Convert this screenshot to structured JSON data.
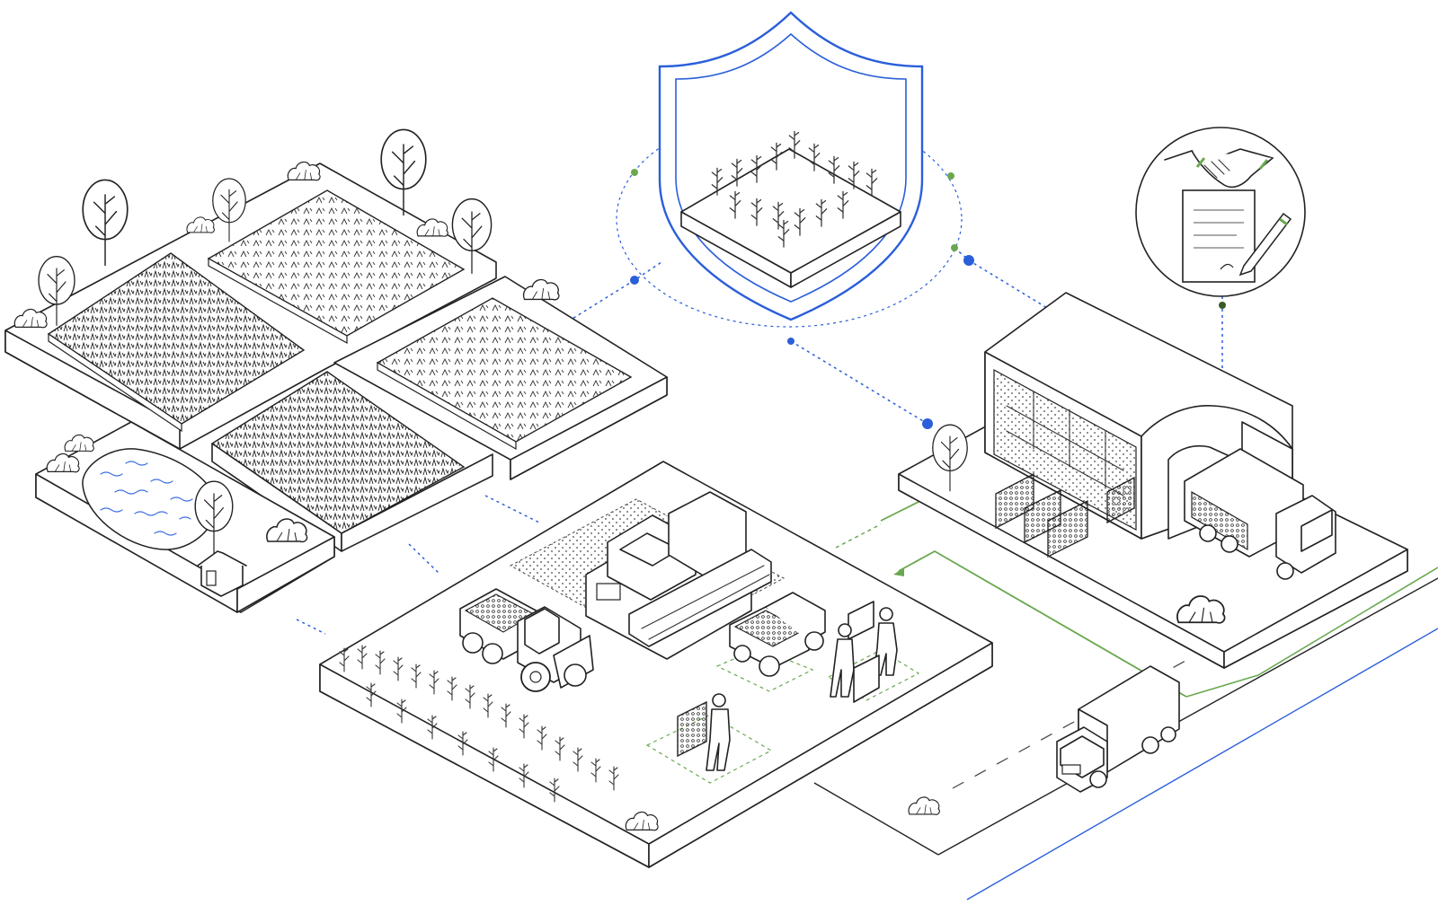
{
  "scene": {
    "title": "",
    "colors": {
      "ink": "#222222",
      "protection_blue": "#2b5fd9",
      "flow_green": "#6aa84f",
      "water_blue": "#3d6fe0",
      "paper": "#ffffff"
    },
    "nodes": [
      {
        "id": "crop-fields",
        "icon": "crop-field-plots-icon"
      },
      {
        "id": "irrigation-pond",
        "icon": "pond-icon"
      },
      {
        "id": "crop-protection",
        "icon": "shield-icon"
      },
      {
        "id": "contract-agreement",
        "icon": "handshake-contract-icon"
      },
      {
        "id": "harvest-operations",
        "icon": "combine-harvester-icon"
      },
      {
        "id": "warehouse",
        "icon": "warehouse-icon"
      },
      {
        "id": "distribution",
        "icon": "delivery-truck-icon"
      }
    ],
    "links": [
      {
        "from": "crop-fields",
        "to": "crop-protection",
        "style": "blue-dotted"
      },
      {
        "from": "crop-protection",
        "to": "warehouse",
        "style": "blue-dotted"
      },
      {
        "from": "crop-fields",
        "to": "harvest-operations",
        "style": "blue-dotted"
      },
      {
        "from": "contract-agreement",
        "to": "warehouse",
        "style": "green-dotted"
      },
      {
        "from": "harvest-operations",
        "to": "warehouse",
        "style": "green-solid"
      },
      {
        "from": "warehouse",
        "to": "distribution",
        "style": "green-solid"
      }
    ]
  }
}
